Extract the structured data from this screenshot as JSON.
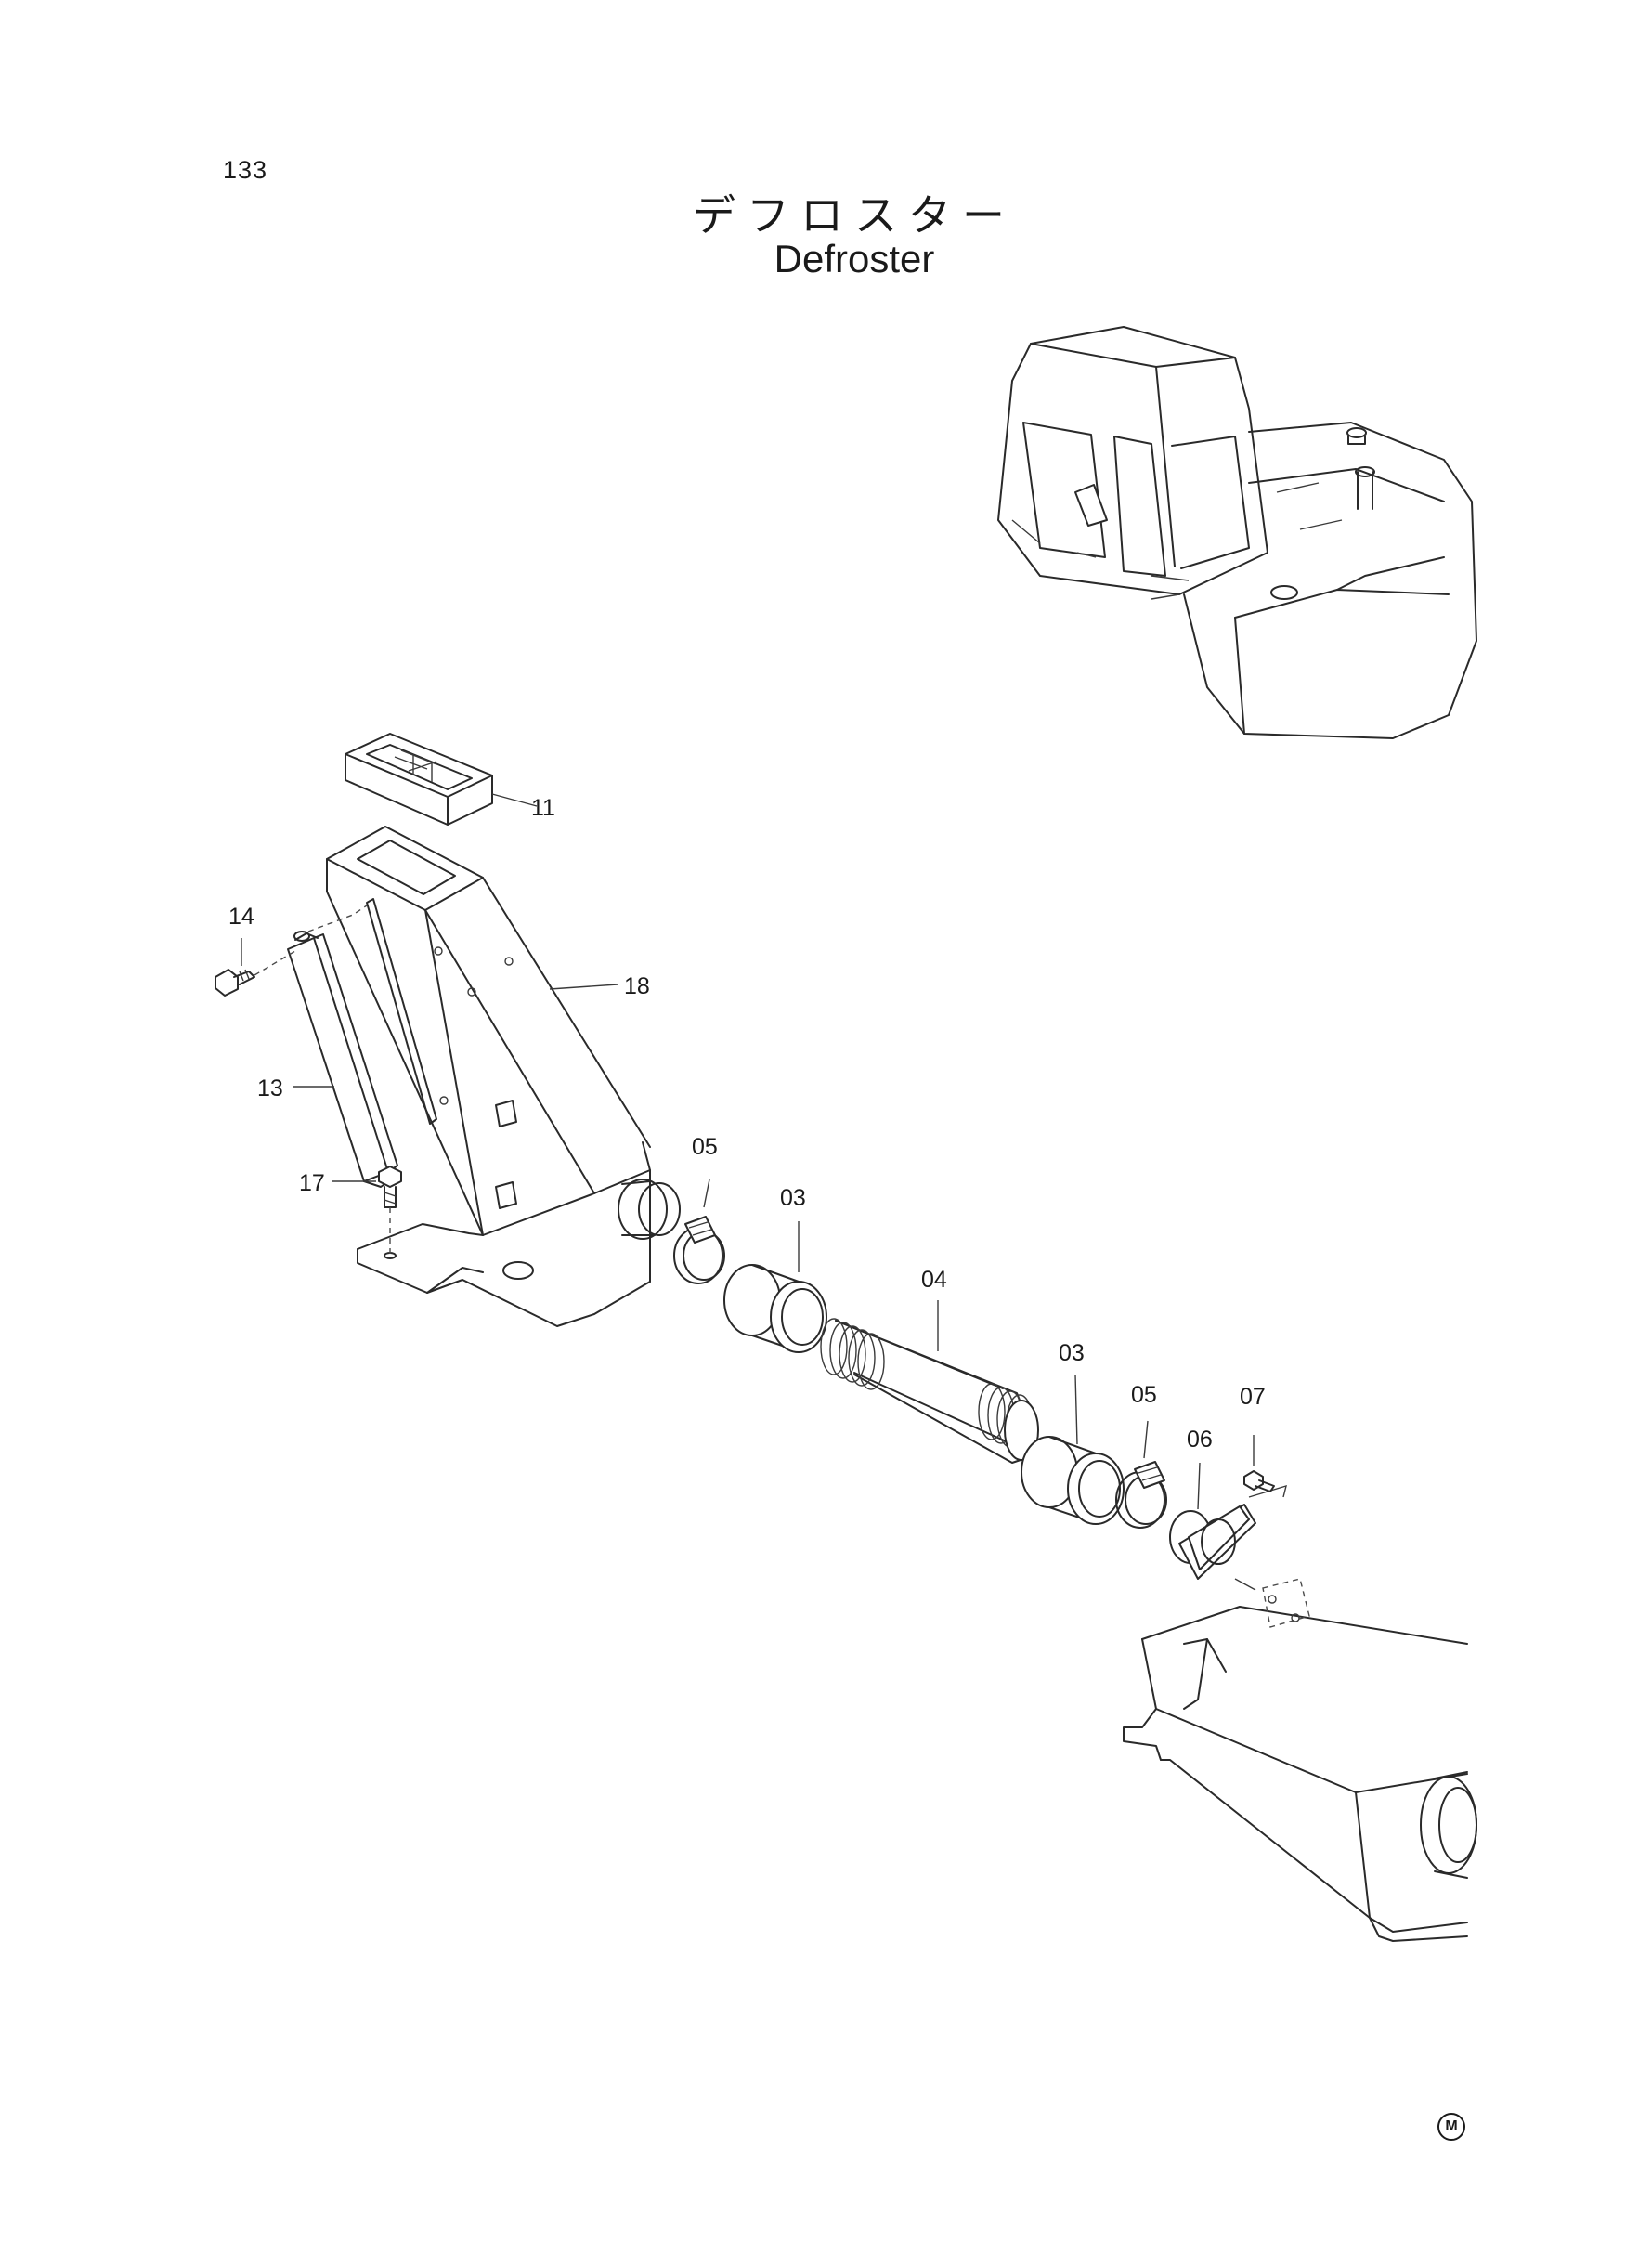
{
  "page": {
    "number": "133",
    "title_jp": "デフロスター",
    "title_en": "Defroster",
    "corner_mark": "M"
  },
  "callouts": {
    "c03a": "03",
    "c03b": "03",
    "c04": "04",
    "c05a": "05",
    "c05b": "05",
    "c06": "06",
    "c07": "07",
    "c11": "11",
    "c13": "13",
    "c14": "14",
    "c17": "17",
    "c18": "18"
  },
  "colors": {
    "ink": "#1a1a1a",
    "paper": "#ffffff"
  }
}
